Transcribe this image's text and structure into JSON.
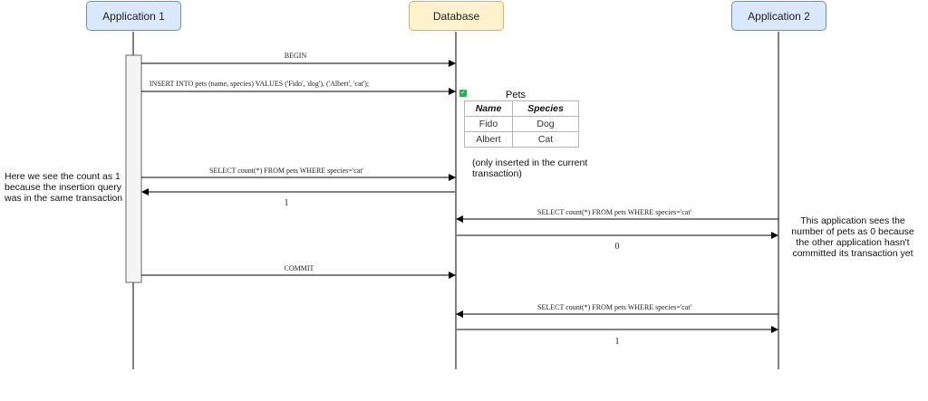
{
  "participants": {
    "app1": "Application 1",
    "db": "Database",
    "app2": "Application 2"
  },
  "messages": {
    "begin": "BEGIN",
    "insert": "INSERT INTO pets (name, species) VALUES ('Fido', 'dog'), ('Albert', 'cat');",
    "select1": "SELECT count(*) FROM pets WHERE species='cat'",
    "return1": "1",
    "select2": "SELECT count(*) FROM pets WHERE species='cat'",
    "return2": "0",
    "commit": "COMMIT",
    "select3": "SELECT count(*) FROM pets WHERE species='cat'",
    "return3": "1"
  },
  "pets_table": {
    "title": "Pets",
    "headers": [
      "Name",
      "Species"
    ],
    "rows": [
      [
        "Fido",
        "Dog"
      ],
      [
        "Albert",
        "Cat"
      ]
    ],
    "note": "(only inserted in the current transaction)"
  },
  "notes": {
    "left": "Here we see the count as 1 because the insertion query was in the same transaction",
    "right": "This application sees the number of pets as 0 because the other application hasn't committed its transaction yet"
  },
  "colors": {
    "participant_fill": "#dae8fc",
    "participant_stroke": "#6c8ebf",
    "db_fill": "#fff2cc",
    "db_stroke": "#d6b656",
    "line": "#000000"
  }
}
